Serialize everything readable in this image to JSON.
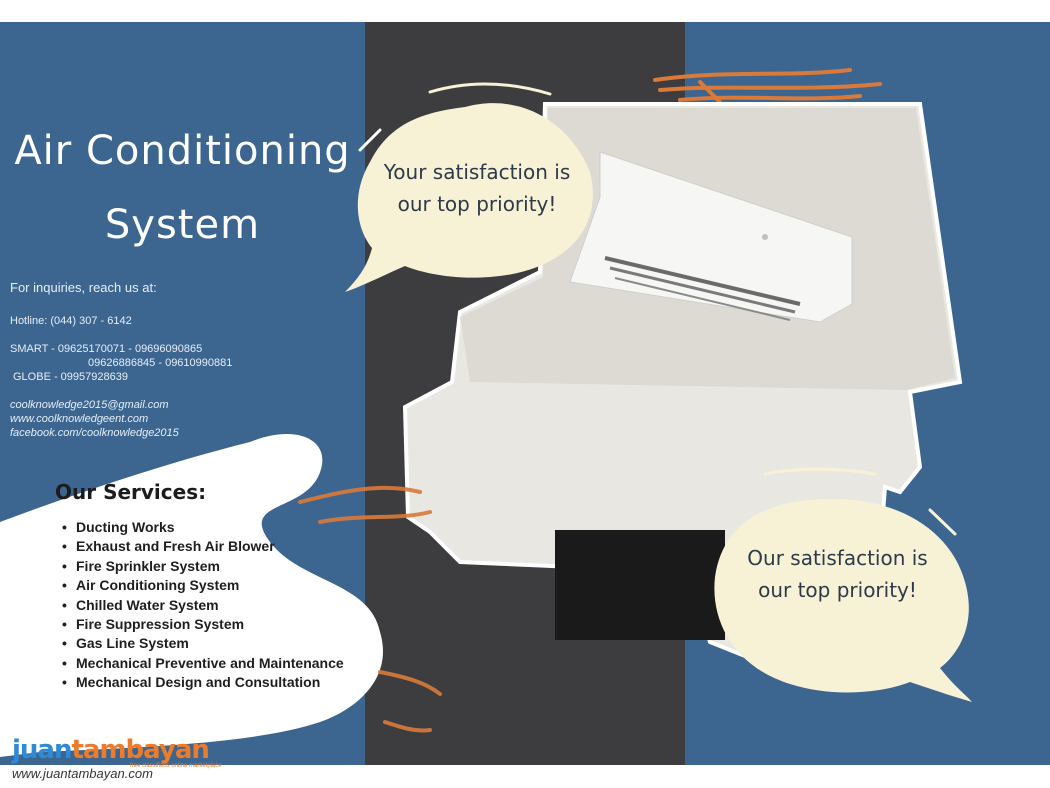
{
  "poster": {
    "title_line1": "Air Conditioning",
    "title_line2": "System",
    "bubble_top": {
      "line1": "Your satisfaction is",
      "line2": "our top priority!"
    },
    "bubble_bottom": {
      "line1": "Our satisfaction is",
      "line2": "our top priority!"
    },
    "contact": {
      "lead": "For inquiries, reach us at:",
      "hotline": "Hotline: (044) 307 - 6142",
      "smart_line1": "SMART -  09625170071 - 09696090865",
      "smart_line2": "09626886845 - 09610990881",
      "globe": "GLOBE -  09957928639",
      "email": "coolknowledge2015@gmail.com",
      "website": "www.coolknowledgeent.com",
      "facebook": "facebook.com/coolknowledge2015"
    },
    "services": {
      "title": "Our Services:",
      "bullet": "•",
      "items": [
        "Ducting Works",
        "Exhaust and Fresh Air Blower",
        "Fire Sprinkler System",
        "Air Conditioning System",
        "Chilled Water System",
        "Fire Suppression System",
        "Gas Line System",
        "Mechanical Preventive and Maintenance",
        "Mechanical Design and Consultation"
      ]
    }
  },
  "watermark": {
    "logo_part1": "juan",
    "logo_part2": "tambayan",
    "tagline": "free classifieds online marketplace",
    "url": "www.juantambayan.com"
  },
  "colors": {
    "poster_blue": "#3c6690",
    "dark_strip": "#3d3d3f",
    "bubble_cream": "#f7f1d6",
    "accent_orange": "#d97a3a",
    "logo_blue": "#2f8ad6",
    "logo_orange": "#ec7b2b"
  },
  "icons": {
    "photo": "air-conditioner-photo",
    "logo": "juantambayan-logo"
  }
}
